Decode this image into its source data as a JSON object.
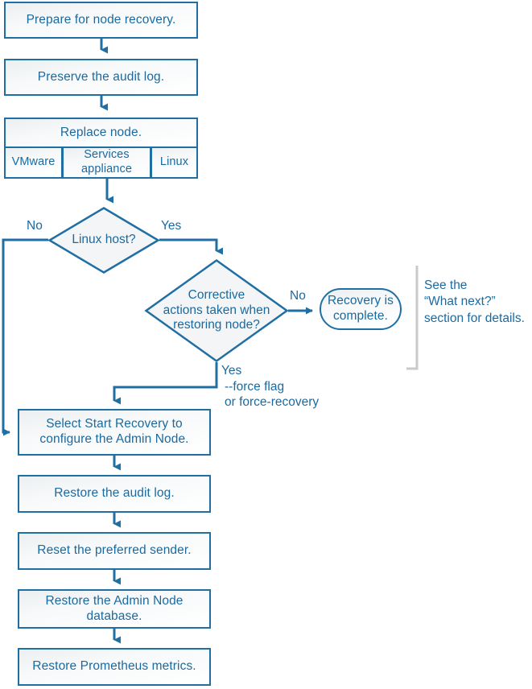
{
  "diagram": {
    "title": "Admin Node recovery flowchart",
    "accent_color": "#1f6fa5",
    "text_color": "#1a6aa0",
    "bracket_color": "#c9cacc",
    "nodes": {
      "prepare": "Prepare for node recovery.",
      "preserve": "Preserve the audit log.",
      "replace": "Replace node.",
      "replace_options": {
        "vmware": "VMware",
        "services_appliance": "Services\nappliance",
        "linux": "Linux"
      },
      "linux_host_decision": "Linux host?",
      "corrective_decision": "Corrective\nactions taken when\nrestoring node?",
      "recovery_complete": "Recovery is\ncomplete.",
      "select_start_recovery": "Select Start Recovery to\nconfigure the Admin Node.",
      "restore_audit_log": "Restore the audit log.",
      "reset_preferred_sender": "Reset the preferred sender.",
      "restore_admin_db": "Restore the Admin Node\ndatabase.",
      "restore_prometheus": "Restore Prometheus metrics."
    },
    "edge_labels": {
      "linux_no": "No",
      "linux_yes": "Yes",
      "corrective_no": "No",
      "corrective_yes": "Yes",
      "force_flag": "--force flag\nor force-recovery"
    },
    "side_note": "See the\n“What next?”\nsection for details."
  }
}
